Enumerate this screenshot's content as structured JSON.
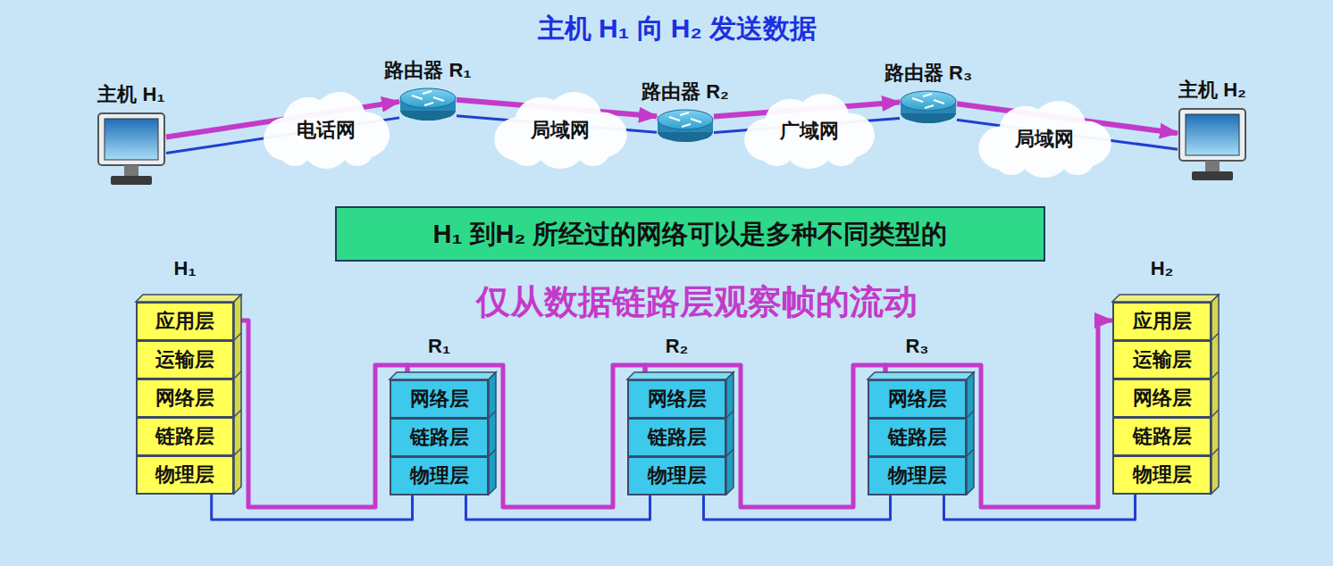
{
  "diagram": {
    "title": "主机 H₁ 向 H₂ 发送数据",
    "nodes": [
      {
        "text": [
          "主机 H₁"
        ]
      },
      {
        "text": [
          "电话网"
        ]
      },
      {
        "text": [
          "路由器 R₁"
        ]
      },
      {
        "text": [
          "局域网"
        ]
      },
      {
        "text": [
          "路由器 R₂"
        ]
      },
      {
        "text": [
          "广域网"
        ]
      },
      {
        "text": [
          "路由器 R₃"
        ]
      },
      {
        "text": [
          "局域网"
        ]
      },
      {
        "text": [
          "主机 H₂"
        ]
      },
      {
        "text": [
          "H₁ 到H₂ 所经过的网络可以是多种不同类型的"
        ]
      },
      {
        "text": [
          "H₁"
        ]
      },
      {
        "text": [
          "应用层"
        ],
        "in": 10
      },
      {
        "text": [
          "运输层"
        ],
        "in": 10
      },
      {
        "text": [
          "网络层"
        ],
        "in": 10
      },
      {
        "text": [
          "链路层"
        ],
        "in": 10
      },
      {
        "text": [
          "物理层"
        ],
        "in": 10
      },
      {
        "text": [
          "R₁"
        ]
      },
      {
        "text": [
          "网络层"
        ],
        "in": 16
      },
      {
        "text": [
          "链路层"
        ],
        "in": 16
      },
      {
        "text": [
          "物理层"
        ],
        "in": 16
      },
      {
        "text": [
          "R₂"
        ]
      },
      {
        "text": [
          "网络层"
        ],
        "in": 20
      },
      {
        "text": [
          "链路层"
        ],
        "in": 20
      },
      {
        "text": [
          "物理层"
        ],
        "in": 20
      },
      {
        "text": [
          "R₃"
        ]
      },
      {
        "text": [
          "网络层"
        ],
        "in": 24
      },
      {
        "text": [
          "链路层"
        ],
        "in": 24
      },
      {
        "text": [
          "物理层"
        ],
        "in": 24
      },
      {
        "text": [
          "H₂"
        ]
      },
      {
        "text": [
          "应用层"
        ],
        "in": 28
      },
      {
        "text": [
          "运输层"
        ],
        "in": 28
      },
      {
        "text": [
          "网络层"
        ],
        "in": 28
      },
      {
        "text": [
          "链路层"
        ],
        "in": 28
      },
      {
        "text": [
          "物理层"
        ],
        "in": 28
      }
    ],
    "edges": [
      {
        "from": 0,
        "to": 2,
        "arrow": "none"
      },
      {
        "from": 2,
        "to": 4,
        "arrow": "none"
      },
      {
        "from": 4,
        "to": 6,
        "arrow": "none"
      },
      {
        "from": 6,
        "to": 8,
        "arrow": "none"
      },
      {
        "from": 0,
        "to": 2,
        "arrow": "to"
      },
      {
        "from": 2,
        "to": 4,
        "arrow": "to"
      },
      {
        "from": 4,
        "to": 6,
        "arrow": "to"
      },
      {
        "from": 6,
        "to": 8,
        "arrow": "to"
      },
      {
        "from": 10,
        "to": 16,
        "arrow": "none"
      },
      {
        "from": 16,
        "to": 20,
        "arrow": "none"
      },
      {
        "from": 20,
        "to": 24,
        "arrow": "none"
      },
      {
        "from": 24,
        "to": 28,
        "arrow": "none"
      },
      {
        "from": 10,
        "to": 16,
        "arrow": "none"
      },
      {
        "from": 16,
        "to": 20,
        "arrow": "none"
      },
      {
        "from": 20,
        "to": 24,
        "arrow": "none"
      },
      {
        "from": 24,
        "to": 28,
        "arrow": "to"
      }
    ],
    "labels": [
      "仅从数据链路层观察帧的流动"
    ]
  }
}
